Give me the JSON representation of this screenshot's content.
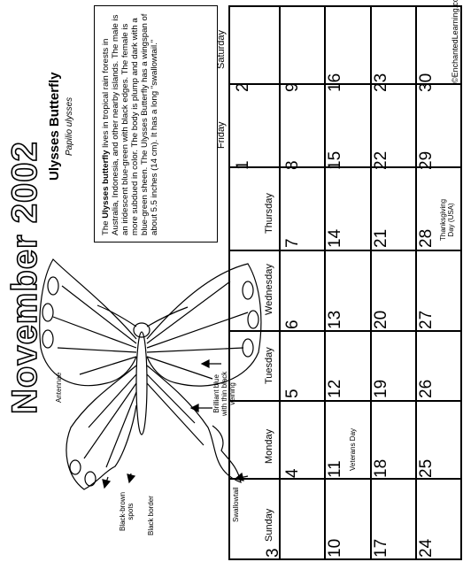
{
  "header": {
    "title": "November 2002",
    "website": "©EnchantedLearning.com"
  },
  "info": {
    "name": "Ulysses Butterfly",
    "scientific": "Papilio ulysses",
    "lead": "The ",
    "bold": "Ulysses butterfly",
    "body": " lives in tropical rain forests in Australia, Indonesia, and other nearby islands. The male is an iridescent blue-green with black edges. The female is more subdued in color. The body is plump and dark with a blue-green sheen. The Ulysses Butterfly has a wingspan of about 5.5 inches (14 cm). It has a long \"swallowtail.\""
  },
  "days": [
    "Sunday",
    "Monday",
    "Tuesday",
    "Wednesday",
    "Thursday",
    "Friday",
    "Saturday"
  ],
  "weeks": [
    [
      "",
      "",
      "",
      "",
      "",
      "1",
      "2"
    ],
    [
      "3",
      "4",
      "5",
      "6",
      "7",
      "8",
      "9"
    ],
    [
      "10",
      "11",
      "12",
      "13",
      "14",
      "15",
      "16"
    ],
    [
      "17",
      "18",
      "19",
      "20",
      "21",
      "22",
      "23"
    ],
    [
      "24",
      "25",
      "26",
      "27",
      "28",
      "29",
      "30"
    ]
  ],
  "holidays": {
    "veterans": "Veterans Day",
    "thanksgiving_1": "Thanksgiving",
    "thanksgiving_2": "Day (USA)"
  },
  "labels": {
    "antennae": "Antennae",
    "blue_1": "Brilliant blue",
    "blue_2": "with thin black",
    "blue_3": "veining",
    "swallowtail": "Swallowtail",
    "spots_1": "Black-brown",
    "spots_2": "spots",
    "border": "Black border"
  }
}
